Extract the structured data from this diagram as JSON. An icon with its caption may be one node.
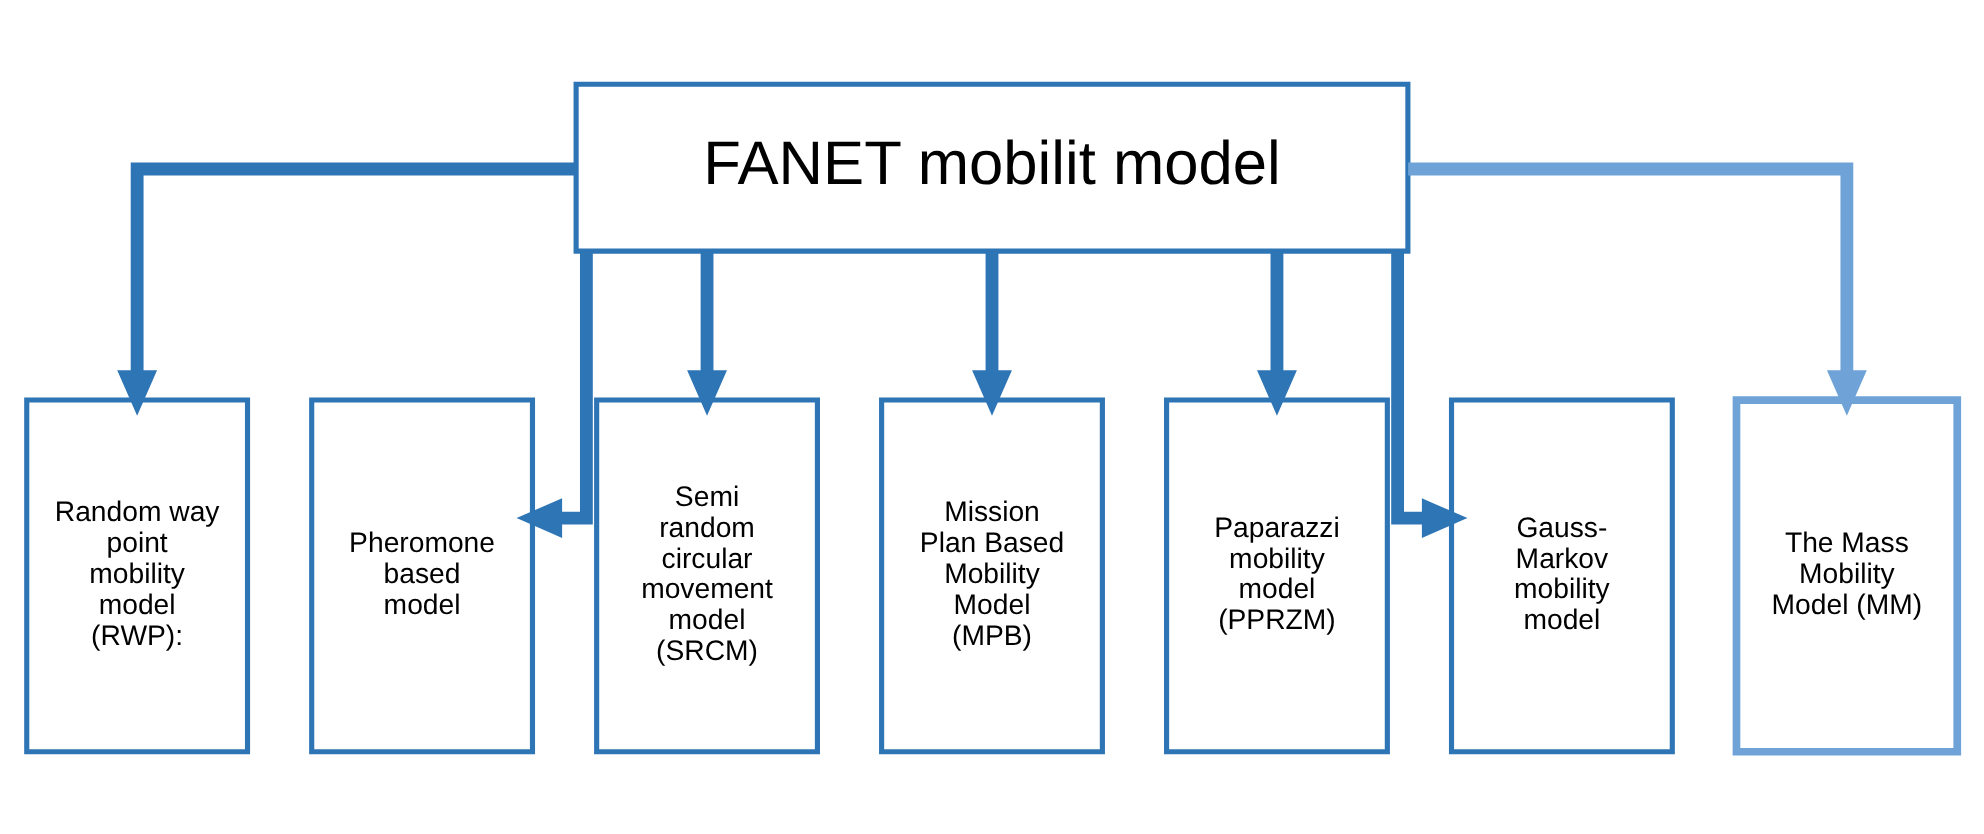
{
  "diagram": {
    "nodes": [
      {
        "text": [
          "FANET mobilit model"
        ]
      },
      {
        "text": [
          "Random way point mobility model (RWP):"
        ]
      },
      {
        "text": [
          "Pheromone based model"
        ]
      },
      {
        "text": [
          "Semi random circular movement model (SRCM)"
        ]
      },
      {
        "text": [
          "Mission Plan Based Mobility Model (MPB)"
        ]
      },
      {
        "text": [
          "Paparazzi mobility model (PPRZM)"
        ]
      },
      {
        "text": [
          "Gauss-Markov mobility model"
        ]
      },
      {
        "text": [
          "The Mass Mobility Model (MM)"
        ]
      }
    ],
    "edges": [
      {
        "from": 0,
        "to": 1,
        "arrow": "to"
      },
      {
        "from": 0,
        "to": 2,
        "arrow": "to"
      },
      {
        "from": 0,
        "to": 3,
        "arrow": "to"
      },
      {
        "from": 0,
        "to": 4,
        "arrow": "to"
      },
      {
        "from": 0,
        "to": 5,
        "arrow": "to"
      },
      {
        "from": 0,
        "to": 6,
        "arrow": "to"
      },
      {
        "from": 0,
        "to": 7,
        "arrow": "to",
        "color": "#6fa3d8"
      }
    ]
  }
}
